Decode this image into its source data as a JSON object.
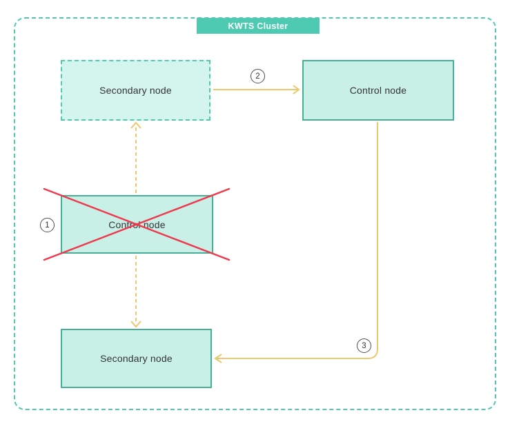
{
  "cluster": {
    "title": "KWTS Cluster"
  },
  "nodes": {
    "secondary_top": {
      "label": "Secondary node",
      "style": "dashed-border"
    },
    "control_top": {
      "label": "Control node",
      "style": "solid-border"
    },
    "control_failed": {
      "label": "Control node",
      "style": "solid-border-crossed-out"
    },
    "secondary_bottom": {
      "label": "Secondary node",
      "style": "solid-border"
    }
  },
  "badges": {
    "step1": "1",
    "step2": "2",
    "step3": "3"
  },
  "icons": {
    "failure_cross": "red-x-cross-over-failed-control-node"
  },
  "connections": [
    {
      "from": "control_failed",
      "to": "secondary_top",
      "style": "dashed-yellow-arrow-up"
    },
    {
      "from": "secondary_top",
      "to": "control_top",
      "style": "solid-yellow-arrow-right",
      "badge": "2"
    },
    {
      "from": "control_failed",
      "to": "secondary_bottom",
      "style": "dashed-yellow-arrow-down"
    },
    {
      "from": "control_top",
      "to": "secondary_bottom",
      "style": "solid-yellow-elbow-arrow-left",
      "badge": "3"
    }
  ],
  "colors": {
    "teal_accent": "#4ecab2",
    "node_border": "#46ad97",
    "node_fill": "#c9f0e7",
    "node_fill_dashed": "#d4f5ee",
    "arrow_yellow": "#ecc76d",
    "cross_red": "#ee3a4e",
    "text_dark": "#333333",
    "title_text": "#ffffff"
  }
}
